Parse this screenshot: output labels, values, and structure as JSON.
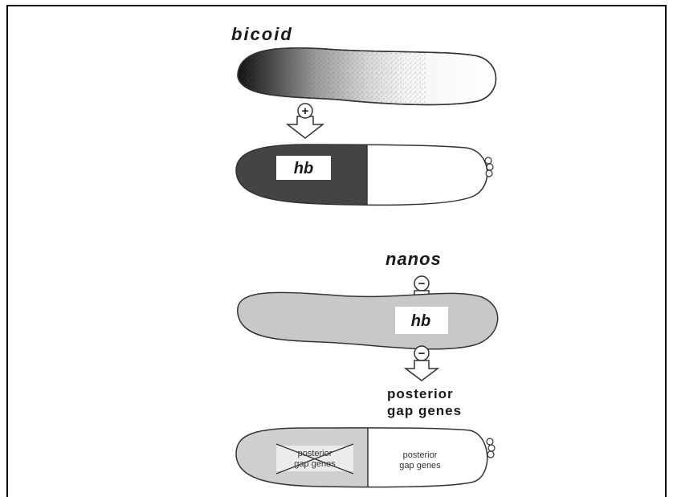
{
  "labels": {
    "bicoid": "bicoid",
    "hb_top": "hb",
    "nanos": "nanos",
    "hb_mid": "hb",
    "posterior_line1": "posterior",
    "posterior_line2": "gap genes",
    "crossed_line1": "posterior",
    "crossed_line2": "gap genes",
    "right_line1": "posterior",
    "right_line2": "gap genes"
  },
  "symbols": {
    "activate": "+",
    "repress_1": "−",
    "repress_2": "−"
  },
  "colors": {
    "outline": "#333333",
    "hb_domain": "#444444",
    "nanos_embryo": "#c8c8c8",
    "crossed_half": "#cfcfcf"
  }
}
